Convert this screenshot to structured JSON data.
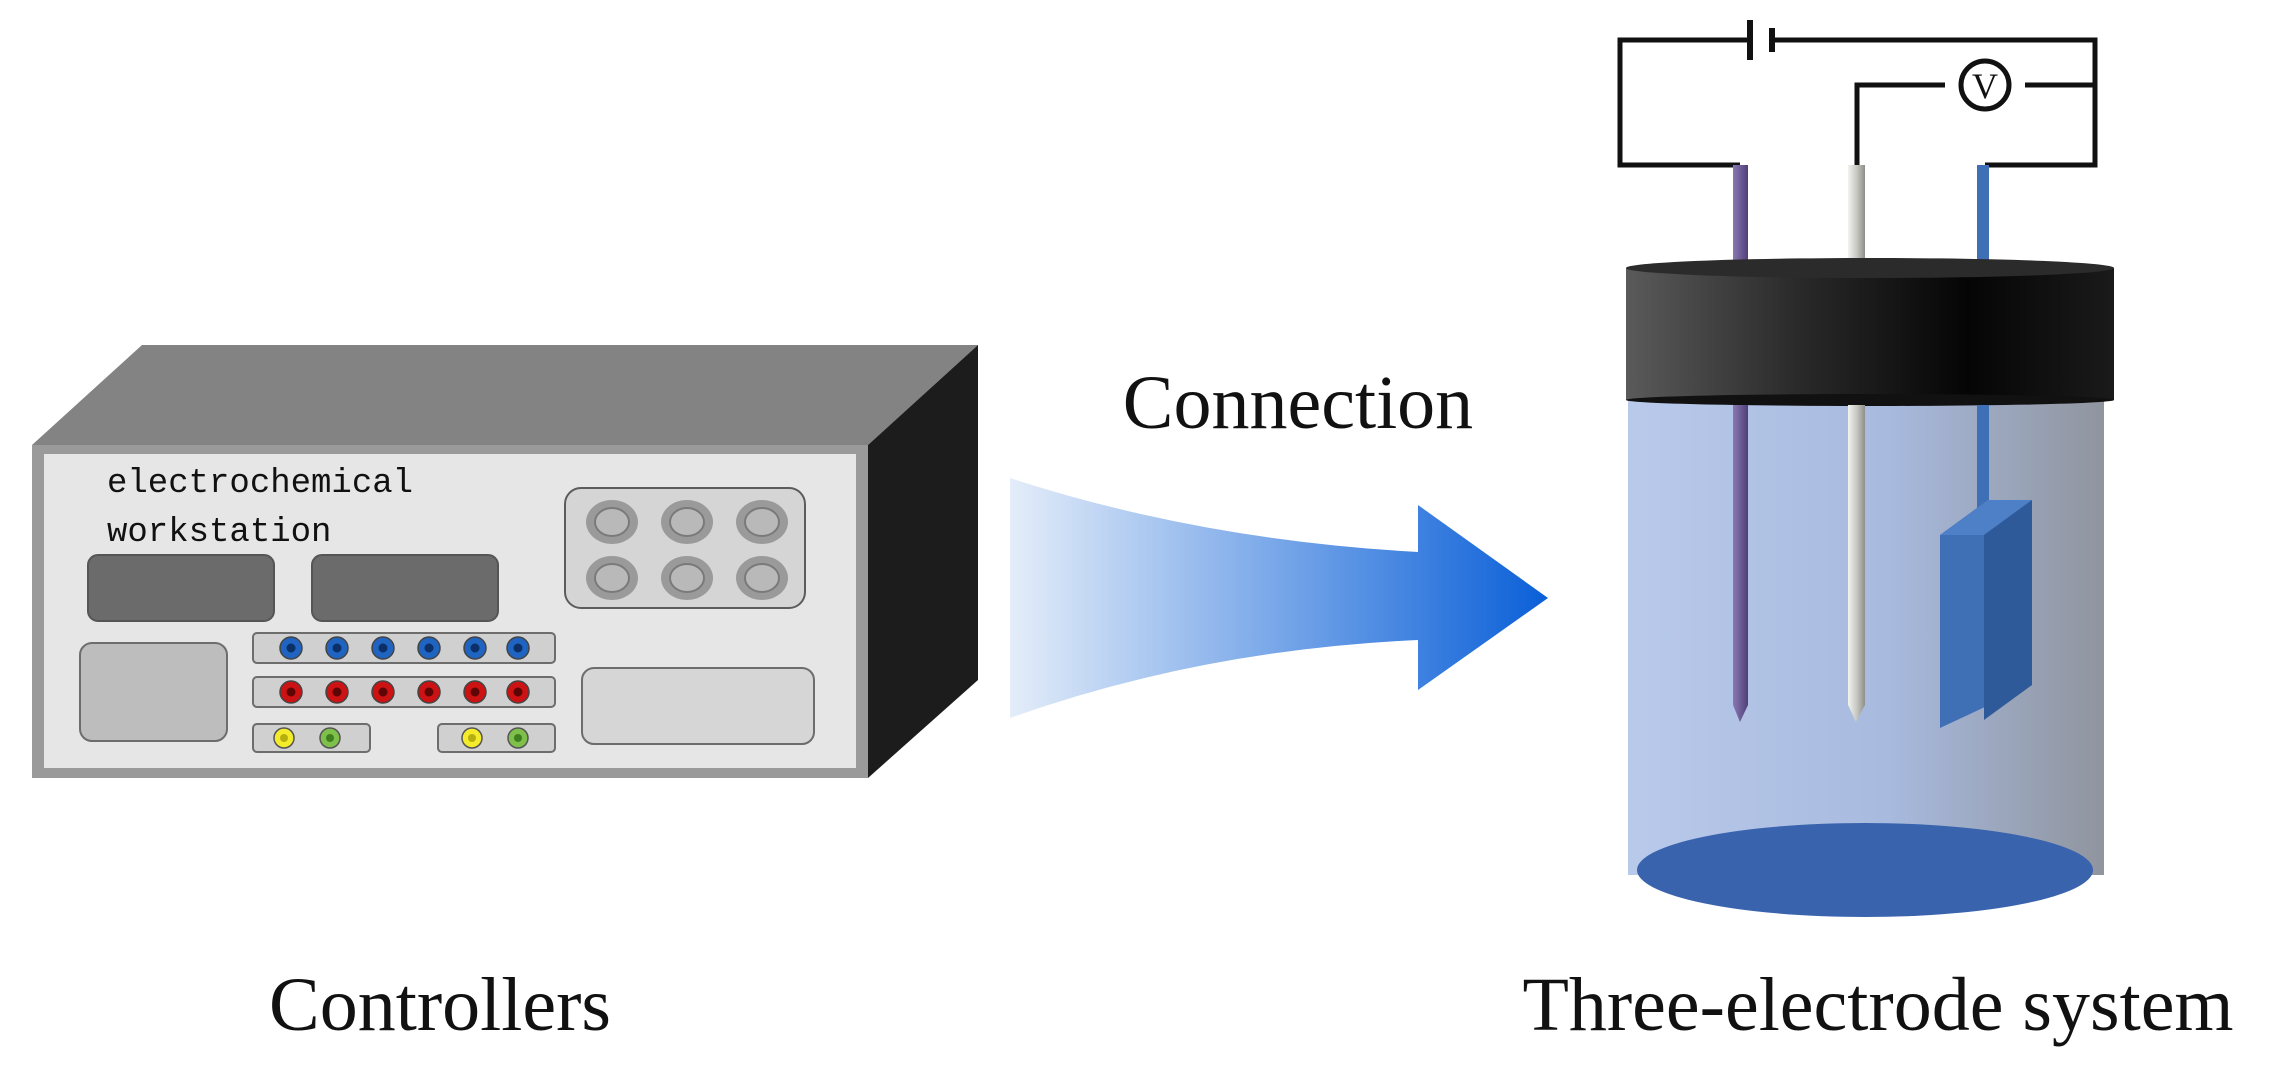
{
  "workstation": {
    "label_line1": "electrochemical",
    "label_line2": "workstation",
    "caption": "Controllers",
    "colors": {
      "top": "#838383",
      "front": "#e6e6e6",
      "side": "#1c1c1c",
      "display": "#6b6b6b",
      "blue_jack": "#1f64c0",
      "red_jack": "#cc1212",
      "yellow_jack": "#f4ec2a",
      "green_jack": "#7fc04a"
    }
  },
  "arrow": {
    "label": "Connection",
    "colors": {
      "start": "#e4edf9",
      "end": "#0a5fd8"
    }
  },
  "cell": {
    "caption": "Three-electrode system",
    "voltmeter_symbol": "V",
    "colors": {
      "lid": "#141414",
      "liquid": "#a9bde2",
      "base": "#3a63ae",
      "working": "#6f5f95",
      "reference": "#c9c9c4",
      "counter": "#3f70b6"
    }
  }
}
